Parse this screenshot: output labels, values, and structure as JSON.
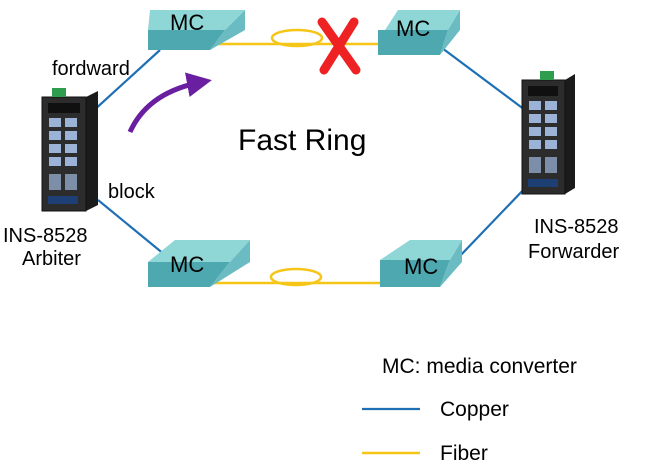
{
  "title": "Fast Ring",
  "labels": {
    "forward": "fordward",
    "block": "block"
  },
  "mc_label": "MC",
  "devices": {
    "left": {
      "model": "INS-8528",
      "role": "Arbiter"
    },
    "right": {
      "model": "INS-8528",
      "role": "Forwarder"
    }
  },
  "legend": {
    "mc": "MC: media converter",
    "copper": "Copper",
    "fiber": "Fiber"
  },
  "colors": {
    "copper": "#1f6fb5",
    "fiber": "#f5c518",
    "break_mark": "#ee2222",
    "arrow": "#6a1fa0",
    "mc_top": "#8fd6d6",
    "mc_front": "#4ea8b0",
    "mc_side": "#6bbcc2"
  },
  "icons": {
    "break": "x-mark-icon",
    "direction": "curved-arrow-icon",
    "switch": "industrial-switch-icon"
  }
}
